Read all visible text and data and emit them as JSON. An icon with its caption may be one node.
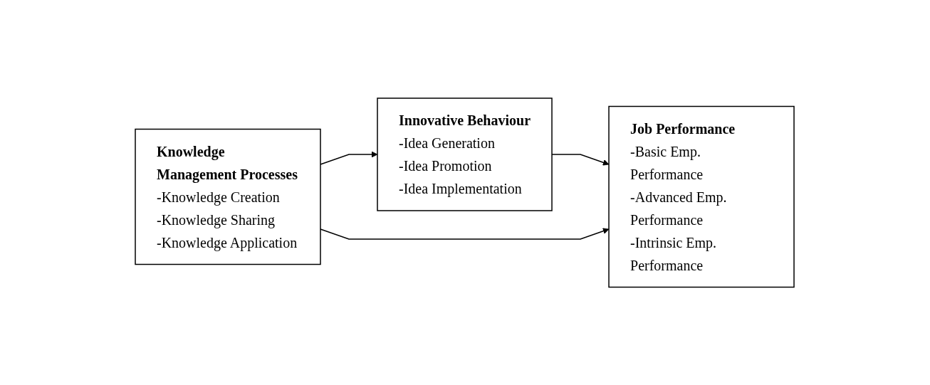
{
  "diagram": {
    "nodes": [
      {
        "text": [
          "Innovative Behaviour",
          "-Idea Generation",
          "-Idea Promotion",
          "-Idea Implementation"
        ]
      },
      {
        "text": [
          "Knowledge Management Processes",
          "-Knowledge Creation",
          "-Knowledge Sharing",
          "-Knowledge Application"
        ]
      },
      {
        "text": [
          "Job Performance",
          "-Basic Emp. Performance",
          "-Advanced Emp. Performance",
          "-Intrinsic Emp. Performance"
        ]
      }
    ],
    "edges": [
      {
        "from": 1,
        "to": 0,
        "arrow": "to"
      },
      {
        "from": 0,
        "to": 2,
        "arrow": "to"
      },
      {
        "from": 1,
        "to": 2,
        "arrow": "to"
      }
    ]
  }
}
